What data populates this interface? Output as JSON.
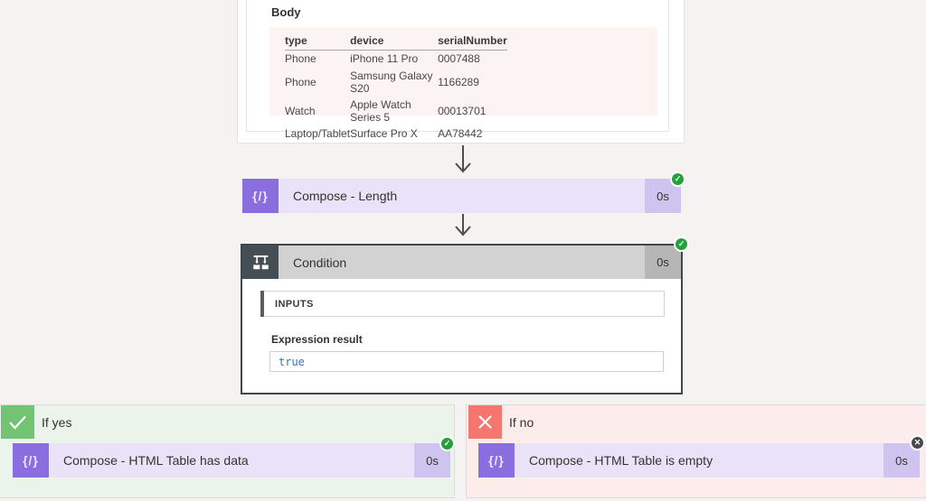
{
  "icons": {
    "compose_glyph": "{/}",
    "check_glyph": "✓",
    "cross_glyph": "✕"
  },
  "body_card": {
    "title": "Body",
    "table": {
      "headers": [
        "type",
        "device",
        "serialNumber"
      ],
      "rows": [
        [
          "Phone",
          "iPhone 11 Pro",
          "0007488"
        ],
        [
          "Phone",
          "Samsung Galaxy S20",
          "1166289"
        ],
        [
          "Watch",
          "Apple Watch Series 5",
          "00013701"
        ],
        [
          "Laptop/Tablet",
          "Surface Pro X",
          "AA78442"
        ]
      ]
    }
  },
  "compose_length": {
    "label": "Compose - Length",
    "duration": "0s",
    "status": "succeeded"
  },
  "condition": {
    "label": "Condition",
    "duration": "0s",
    "status": "succeeded",
    "inputs_header": "INPUTS",
    "expression_label": "Expression result",
    "expression_value": "true"
  },
  "if_yes": {
    "label": "If yes",
    "compose": {
      "label": "Compose - HTML Table has data",
      "duration": "0s",
      "status": "succeeded"
    }
  },
  "if_no": {
    "label": "If no",
    "compose": {
      "label": "Compose - HTML Table is empty",
      "duration": "0s",
      "status": "skipped"
    }
  },
  "colors": {
    "page_bg": "#f4f3f2",
    "compose_icon": "#8a6ddf",
    "compose_bg": "#e9e2f8",
    "compose_duration_bg": "#cfc3f0",
    "condition_icon_bg": "#454d55",
    "condition_header_bg": "#d2d2d2",
    "condition_duration_bg": "#b6b6b6",
    "condition_border": "#40464c",
    "success_badge": "#23a13a",
    "skipped_badge": "#4a4a4a",
    "if_yes_icon": "#73c374",
    "if_yes_bg": "#eaf4ea",
    "if_no_icon": "#f5766e",
    "if_no_bg": "#fdecec",
    "expression_value_color": "#3274c4",
    "table_bg": "#fbf4f3"
  }
}
